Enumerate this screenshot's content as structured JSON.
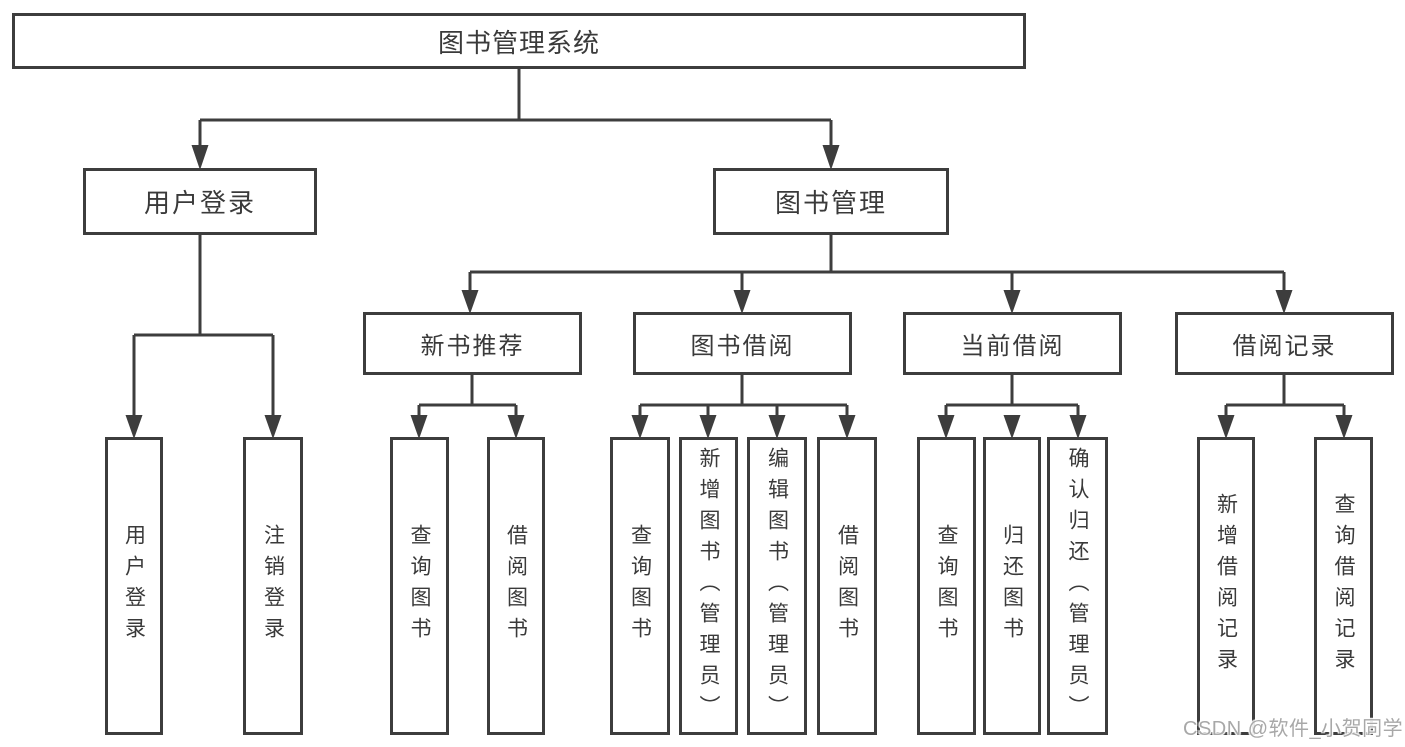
{
  "colors": {
    "line": "#3d3d3d",
    "text": "#3a3a3a",
    "watermark": "#a8a8a8",
    "background": "#ffffff"
  },
  "watermark": {
    "text": "CSDN @软件_小贺同学"
  },
  "tree": {
    "label": "图书管理系统",
    "children": [
      {
        "label": "用户登录",
        "children": [
          {
            "label": "用户登录"
          },
          {
            "label": "注销登录"
          }
        ]
      },
      {
        "label": "图书管理",
        "children": [
          {
            "label": "新书推荐",
            "children": [
              {
                "label": "查询图书"
              },
              {
                "label": "借阅图书"
              }
            ]
          },
          {
            "label": "图书借阅",
            "children": [
              {
                "label": "查询图书"
              },
              {
                "label": "新增图书（管理员）"
              },
              {
                "label": "编辑图书（管理员）"
              },
              {
                "label": "借阅图书"
              }
            ]
          },
          {
            "label": "当前借阅",
            "children": [
              {
                "label": "查询图书"
              },
              {
                "label": "归还图书"
              },
              {
                "label": "确认归还（管理员）"
              }
            ]
          },
          {
            "label": "借阅记录",
            "children": [
              {
                "label": "新增借阅记录"
              },
              {
                "label": "查询借阅记录"
              }
            ]
          }
        ]
      }
    ]
  }
}
